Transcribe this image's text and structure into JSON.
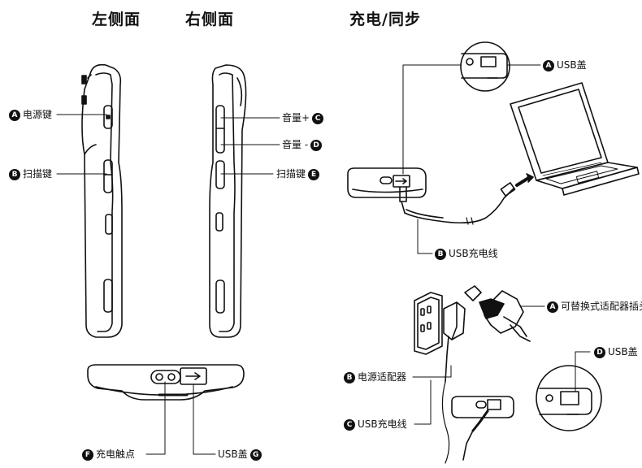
{
  "titles": {
    "left_side": "左侧面",
    "right_side": "右侧面",
    "charge_sync": "充电/同步"
  },
  "callouts": {
    "left_a": {
      "badge": "A",
      "text": "电源键"
    },
    "left_b": {
      "badge": "B",
      "text": "扫描键"
    },
    "right_c": {
      "badge": "C",
      "text": "音量+"
    },
    "right_d": {
      "badge": "D",
      "text": "音量 -"
    },
    "right_e": {
      "badge": "E",
      "text": "扫描键"
    },
    "bottom_f": {
      "badge": "F",
      "text": "充电触点"
    },
    "bottom_g": {
      "badge": "G",
      "text": "USB盖"
    },
    "pc_a": {
      "badge": "A",
      "text": "USB盖"
    },
    "pc_b": {
      "badge": "B",
      "text": "USB充电线"
    },
    "ac_a": {
      "badge": "A",
      "text": "可替换式适配器插头"
    },
    "ac_b": {
      "badge": "B",
      "text": "电源适配器"
    },
    "ac_c": {
      "badge": "C",
      "text": "USB充电线"
    },
    "ac_d": {
      "badge": "D",
      "text": "USB盖"
    }
  }
}
